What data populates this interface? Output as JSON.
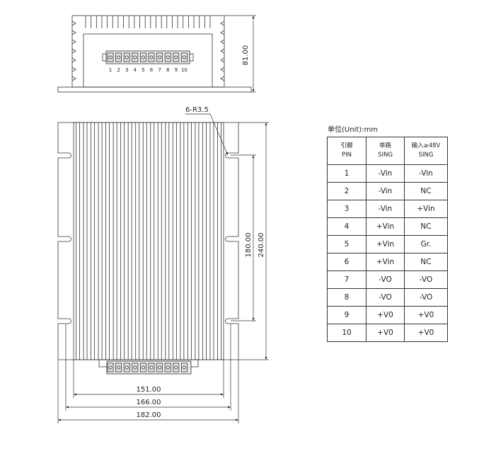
{
  "top_view": {
    "height_dim": "81.00",
    "connector_pins": [
      "1",
      "2",
      "3",
      "4",
      "5",
      "6",
      "7",
      "8",
      "9",
      "10"
    ]
  },
  "front_view": {
    "hole_note": "6-R3.5",
    "dim_180": "180.00",
    "dim_240": "240.00",
    "dim_151": "151.00",
    "dim_166": "166.00",
    "dim_182": "182.00"
  },
  "pin_table": {
    "unit_caption": "单位(Unit):mm",
    "headers": [
      {
        "line1": "引脚",
        "line2": "PIN"
      },
      {
        "line1": "单路",
        "line2": "SING"
      },
      {
        "line1": "输入≥48V",
        "line2": "SING"
      }
    ],
    "rows": [
      [
        "1",
        "-Vin",
        "-Vin"
      ],
      [
        "2",
        "-Vin",
        "NC"
      ],
      [
        "3",
        "-Vin",
        "+Vin"
      ],
      [
        "4",
        "+Vin",
        "NC"
      ],
      [
        "5",
        "+Vin",
        "Gr."
      ],
      [
        "6",
        "+Vin",
        "NC"
      ],
      [
        "7",
        "-VO",
        "-VO"
      ],
      [
        "8",
        "-VO",
        "-VO"
      ],
      [
        "9",
        "+V0",
        "+V0"
      ],
      [
        "10",
        "+V0",
        "+V0"
      ]
    ]
  },
  "colors": {
    "line": "#333333",
    "background": "#ffffff"
  }
}
